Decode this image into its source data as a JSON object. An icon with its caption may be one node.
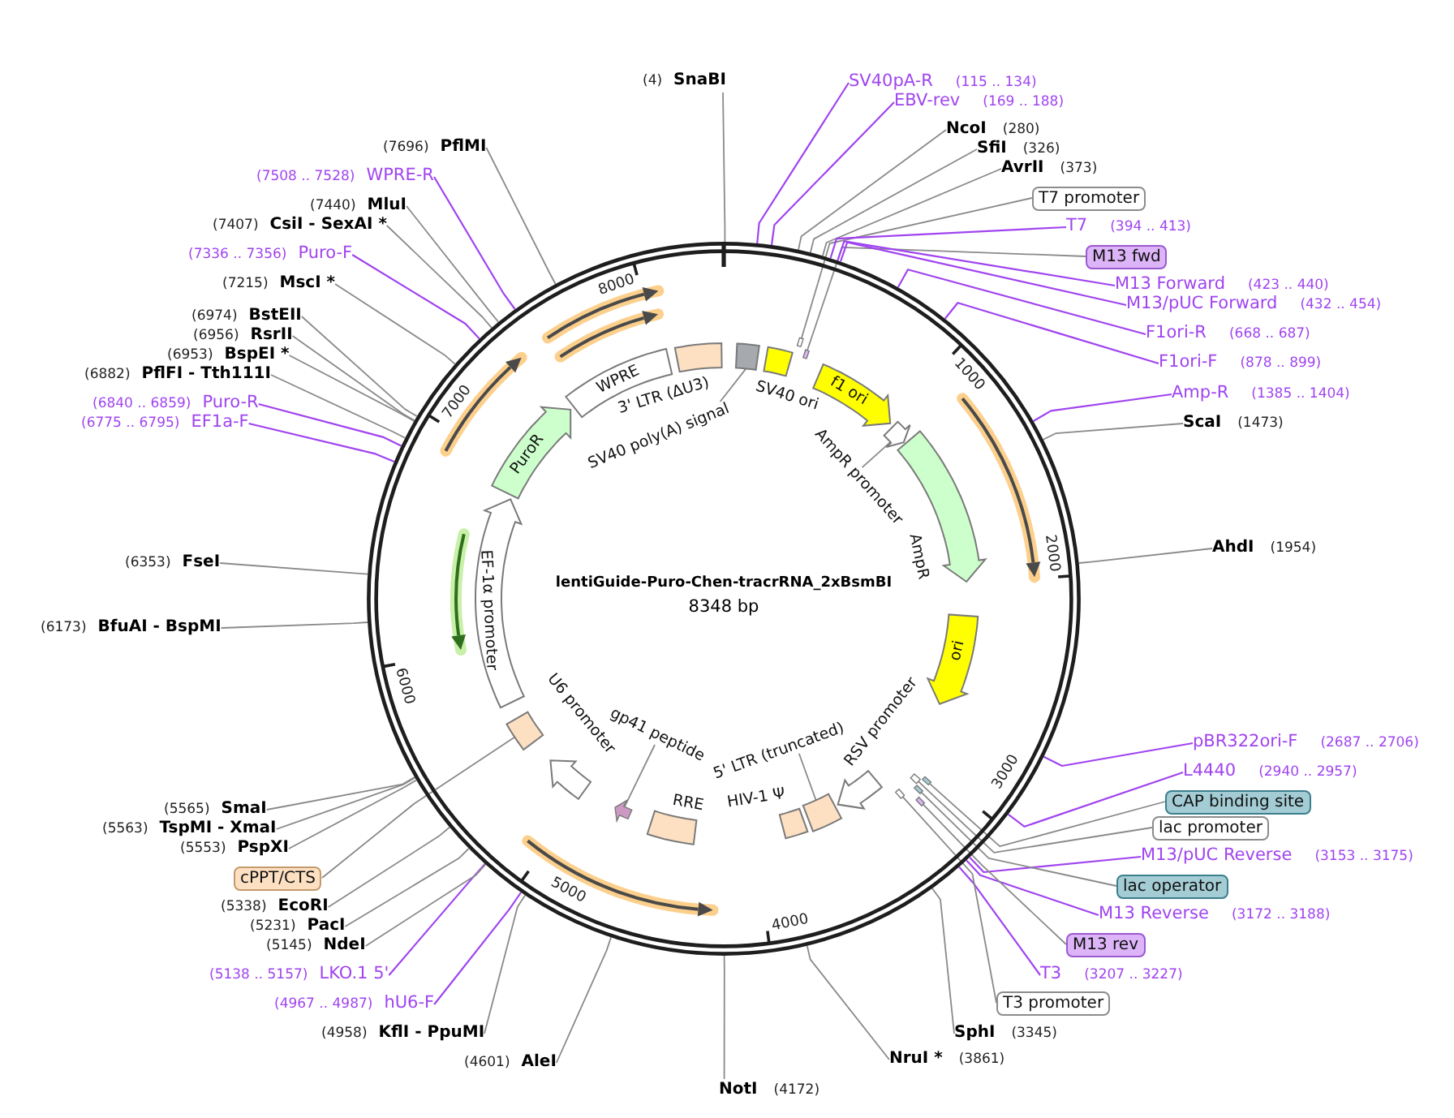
{
  "diagram": {
    "title": "lentiGuide-Puro-Chen-tracrRNA_2xBsmBI",
    "nodes": [
      {
        "text": [
          "SnaBI"
        ],
        "beside": [
          "(4)"
        ]
      },
      {
        "text": [
          "SV40pA-R"
        ],
        "beside": [
          "(115 .. 134)"
        ]
      },
      {
        "text": [
          "EBV-rev"
        ],
        "beside": [
          "(169 .. 188)"
        ]
      },
      {
        "text": [
          "NcoI"
        ],
        "beside": [
          "(280)"
        ]
      },
      {
        "text": [
          "SfiI"
        ],
        "beside": [
          "(326)"
        ]
      },
      {
        "text": [
          "AvrII"
        ],
        "beside": [
          "(373)"
        ]
      },
      {
        "text": [
          "T7 promoter"
        ]
      },
      {
        "text": [
          "T7"
        ],
        "beside": [
          "(394 .. 413)"
        ]
      },
      {
        "text": [
          "M13 fwd"
        ]
      },
      {
        "text": [
          "M13 Forward"
        ],
        "beside": [
          "(423 .. 440)"
        ]
      },
      {
        "text": [
          "M13/pUC Forward"
        ],
        "beside": [
          "(432 .. 454)"
        ]
      },
      {
        "text": [
          "F1ori-R"
        ],
        "beside": [
          "(668 .. 687)"
        ]
      },
      {
        "text": [
          "F1ori-F"
        ],
        "beside": [
          "(878 .. 899)"
        ]
      },
      {
        "text": [
          "Amp-R"
        ],
        "beside": [
          "(1385 .. 1404)"
        ]
      },
      {
        "text": [
          "ScaI"
        ],
        "beside": [
          "(1473)"
        ]
      },
      {
        "text": [
          "AhdI"
        ],
        "beside": [
          "(1954)"
        ]
      },
      {
        "text": [
          "pBR322ori-F"
        ],
        "beside": [
          "(2687 .. 2706)"
        ]
      },
      {
        "text": [
          "L4440"
        ],
        "beside": [
          "(2940 .. 2957)"
        ]
      },
      {
        "text": [
          "CAP binding site"
        ]
      },
      {
        "text": [
          "lac promoter"
        ]
      },
      {
        "text": [
          "M13/pUC Reverse"
        ],
        "beside": [
          "(3153 .. 3175)"
        ]
      },
      {
        "text": [
          "lac operator"
        ]
      },
      {
        "text": [
          "M13 Reverse"
        ],
        "beside": [
          "(3172 .. 3188)"
        ]
      },
      {
        "text": [
          "M13 rev"
        ]
      },
      {
        "text": [
          "T3"
        ],
        "beside": [
          "(3207 .. 3227)"
        ]
      },
      {
        "text": [
          "T3 promoter"
        ]
      },
      {
        "text": [
          "SphI"
        ],
        "beside": [
          "(3345)"
        ]
      },
      {
        "text": [
          "NruI *"
        ],
        "beside": [
          "(3861)"
        ]
      },
      {
        "text": [
          "NotI"
        ],
        "beside": [
          "(4172)"
        ]
      },
      {
        "text": [
          "AleI"
        ],
        "beside": [
          "(4601)"
        ]
      },
      {
        "text": [
          "KflI - PpuMI"
        ],
        "beside": [
          "(4958)"
        ]
      },
      {
        "text": [
          "hU6-F"
        ],
        "beside": [
          "(4967 .. 4987)"
        ]
      },
      {
        "text": [
          "LKO.1 5'"
        ],
        "beside": [
          "(5138 .. 5157)"
        ]
      },
      {
        "text": [
          "NdeI"
        ],
        "beside": [
          "(5145)"
        ]
      },
      {
        "text": [
          "PacI"
        ],
        "beside": [
          "(5231)"
        ]
      },
      {
        "text": [
          "EcoRI"
        ],
        "beside": [
          "(5338)"
        ]
      },
      {
        "text": [
          "cPPT/CTS"
        ]
      },
      {
        "text": [
          "PspXI"
        ],
        "beside": [
          "(5553)"
        ]
      },
      {
        "text": [
          "TspMI - XmaI"
        ],
        "beside": [
          "(5563)"
        ]
      },
      {
        "text": [
          "SmaI"
        ],
        "beside": [
          "(5565)"
        ]
      },
      {
        "text": [
          "BfuAI - BspMI"
        ],
        "beside": [
          "(6173)"
        ]
      },
      {
        "text": [
          "FseI"
        ],
        "beside": [
          "(6353)"
        ]
      },
      {
        "text": [
          "EF1a-F"
        ],
        "beside": [
          "(6775 .. 6795)"
        ]
      },
      {
        "text": [
          "Puro-R"
        ],
        "beside": [
          "(6840 .. 6859)"
        ]
      },
      {
        "text": [
          "PflFI - Tth111I"
        ],
        "beside": [
          "(6882)"
        ]
      },
      {
        "text": [
          "BspEI *"
        ],
        "beside": [
          "(6953)"
        ]
      },
      {
        "text": [
          "RsrII"
        ],
        "beside": [
          "(6956)"
        ]
      },
      {
        "text": [
          "BstEII"
        ],
        "beside": [
          "(6974)"
        ]
      },
      {
        "text": [
          "MscI *"
        ],
        "beside": [
          "(7215)"
        ]
      },
      {
        "text": [
          "Puro-F"
        ],
        "beside": [
          "(7336 .. 7356)"
        ]
      },
      {
        "text": [
          "CsiI - SexAI *"
        ],
        "beside": [
          "(7407)"
        ]
      },
      {
        "text": [
          "MluI"
        ],
        "beside": [
          "(7440)"
        ]
      },
      {
        "text": [
          "WPRE-R"
        ],
        "beside": [
          "(7508 .. 7528)"
        ]
      },
      {
        "text": [
          "PflMI"
        ],
        "beside": [
          "(7696)"
        ]
      },
      {
        "text": [],
        "shape": "circle"
      },
      {
        "text": [
          "SV40 poly(A) signal"
        ],
        "in": 54
      },
      {
        "text": [],
        "shape": "box",
        "in": 54
      },
      {
        "text": [],
        "shape": "box",
        "beside": [
          "SV40 ori"
        ],
        "in": 54
      },
      {
        "text": [],
        "shape": "box",
        "in": 54
      },
      {
        "text": [],
        "shape": "box",
        "in": 54
      },
      {
        "text": [
          "f1 ori"
        ],
        "in": 54
      },
      {
        "text": [
          "AmpR promoter"
        ],
        "in": 54
      },
      {
        "text": [],
        "shape": "arrow",
        "in": 54
      },
      {
        "text": [],
        "shape": "arrow",
        "beside": [
          "AmpR"
        ],
        "in": 54
      },
      {
        "text": [
          "ori"
        ],
        "in": 54
      },
      {
        "text": [],
        "shape": "box",
        "in": 54
      },
      {
        "text": [],
        "shape": "box",
        "in": 54
      },
      {
        "text": [],
        "shape": "box",
        "in": 54
      },
      {
        "text": [],
        "shape": "box",
        "in": 54
      },
      {
        "text": [],
        "shape": "box",
        "in": 54
      },
      {
        "text": [],
        "shape": "arrow",
        "beside": [
          "RSV promoter"
        ],
        "in": 54
      },
      {
        "text": [
          "5' LTR (truncated)"
        ],
        "in": 54
      },
      {
        "text": [],
        "shape": "box",
        "in": 54
      },
      {
        "text": [],
        "shape": "box",
        "beside": [
          "HIV-1 Ψ"
        ],
        "in": 54
      },
      {
        "text": [],
        "shape": "box",
        "beside": [
          "RRE"
        ],
        "in": 54
      },
      {
        "text": [
          "gp41 peptide"
        ],
        "in": 54
      },
      {
        "text": [],
        "shape": "arrow",
        "in": 54
      },
      {
        "text": [],
        "shape": "arrow",
        "beside": [
          "U6 promoter"
        ],
        "in": 54
      },
      {
        "text": [],
        "shape": "box",
        "in": 54
      },
      {
        "text": [
          "EF-1α promoter"
        ],
        "in": 54
      },
      {
        "text": [
          "PuroR"
        ],
        "in": 54
      },
      {
        "text": [
          "WPRE"
        ],
        "in": 54
      },
      {
        "text": [],
        "shape": "box",
        "beside": [
          "3' LTR (ΔU3)"
        ],
        "in": 54
      }
    ],
    "edges": [
      {
        "from": 0,
        "to": 54,
        "arrow": "none"
      },
      {
        "from": 1,
        "to": 54,
        "arrow": "none",
        "color": "#a044f0"
      },
      {
        "from": 2,
        "to": 54,
        "arrow": "none",
        "color": "#a044f0"
      },
      {
        "from": 3,
        "to": 54,
        "arrow": "none"
      },
      {
        "from": 4,
        "to": 54,
        "arrow": "none"
      },
      {
        "from": 5,
        "to": 54,
        "arrow": "none"
      },
      {
        "from": 6,
        "to": 58,
        "arrow": "none"
      },
      {
        "from": 7,
        "to": 54,
        "arrow": "none",
        "color": "#a044f0"
      },
      {
        "from": 8,
        "to": 59,
        "arrow": "none"
      },
      {
        "from": 9,
        "to": 54,
        "arrow": "none",
        "color": "#a044f0"
      },
      {
        "from": 10,
        "to": 54,
        "arrow": "none",
        "color": "#a044f0"
      },
      {
        "from": 11,
        "to": 54,
        "arrow": "none",
        "color": "#a044f0"
      },
      {
        "from": 12,
        "to": 54,
        "arrow": "none",
        "color": "#a044f0"
      },
      {
        "from": 13,
        "to": 54,
        "arrow": "none",
        "color": "#a044f0"
      },
      {
        "from": 14,
        "to": 54,
        "arrow": "none"
      },
      {
        "from": 15,
        "to": 54,
        "arrow": "none"
      },
      {
        "from": 16,
        "to": 54,
        "arrow": "none",
        "color": "#a044f0"
      },
      {
        "from": 17,
        "to": 54,
        "arrow": "none",
        "color": "#a044f0"
      },
      {
        "from": 18,
        "to": 65,
        "arrow": "none"
      },
      {
        "from": 19,
        "to": 66,
        "arrow": "none"
      },
      {
        "from": 20,
        "to": 54,
        "arrow": "none",
        "color": "#a044f0"
      },
      {
        "from": 21,
        "to": 67,
        "arrow": "none"
      },
      {
        "from": 22,
        "to": 54,
        "arrow": "none",
        "color": "#a044f0"
      },
      {
        "from": 23,
        "to": 68,
        "arrow": "none"
      },
      {
        "from": 24,
        "to": 54,
        "arrow": "none",
        "color": "#a044f0"
      },
      {
        "from": 25,
        "to": 69,
        "arrow": "none"
      },
      {
        "from": 26,
        "to": 54,
        "arrow": "none"
      },
      {
        "from": 27,
        "to": 54,
        "arrow": "none"
      },
      {
        "from": 28,
        "to": 54,
        "arrow": "none"
      },
      {
        "from": 29,
        "to": 54,
        "arrow": "none"
      },
      {
        "from": 30,
        "to": 54,
        "arrow": "none"
      },
      {
        "from": 31,
        "to": 54,
        "arrow": "none",
        "color": "#a044f0"
      },
      {
        "from": 32,
        "to": 54,
        "arrow": "none",
        "color": "#a044f0"
      },
      {
        "from": 33,
        "to": 54,
        "arrow": "none"
      },
      {
        "from": 34,
        "to": 54,
        "arrow": "none"
      },
      {
        "from": 35,
        "to": 54,
        "arrow": "none"
      },
      {
        "from": 36,
        "to": 78,
        "arrow": "none"
      },
      {
        "from": 37,
        "to": 54,
        "arrow": "none"
      },
      {
        "from": 38,
        "to": 54,
        "arrow": "none"
      },
      {
        "from": 39,
        "to": 54,
        "arrow": "none"
      },
      {
        "from": 40,
        "to": 54,
        "arrow": "none"
      },
      {
        "from": 41,
        "to": 54,
        "arrow": "none"
      },
      {
        "from": 42,
        "to": 54,
        "arrow": "none",
        "color": "#a044f0"
      },
      {
        "from": 43,
        "to": 54,
        "arrow": "none",
        "color": "#a044f0"
      },
      {
        "from": 44,
        "to": 54,
        "arrow": "none"
      },
      {
        "from": 45,
        "to": 54,
        "arrow": "none"
      },
      {
        "from": 46,
        "to": 54,
        "arrow": "none"
      },
      {
        "from": 47,
        "to": 54,
        "arrow": "none"
      },
      {
        "from": 48,
        "to": 54,
        "arrow": "none"
      },
      {
        "from": 49,
        "to": 54,
        "arrow": "none",
        "color": "#a044f0"
      },
      {
        "from": 50,
        "to": 54,
        "arrow": "none"
      },
      {
        "from": 51,
        "to": 54,
        "arrow": "none"
      },
      {
        "from": 52,
        "to": 54,
        "arrow": "none",
        "color": "#a044f0"
      },
      {
        "from": 53,
        "to": 54,
        "arrow": "none"
      },
      {
        "from": 55,
        "to": 56,
        "arrow": "none"
      },
      {
        "from": 61,
        "to": 62,
        "arrow": "none"
      },
      {
        "from": 71,
        "to": 72,
        "arrow": "none"
      },
      {
        "from": 75,
        "to": 76,
        "arrow": "none"
      }
    ],
    "labels": [
      "8348 bp",
      "1000",
      "2000",
      "3000",
      "4000",
      "5000",
      "6000",
      "7000",
      "8000"
    ]
  }
}
